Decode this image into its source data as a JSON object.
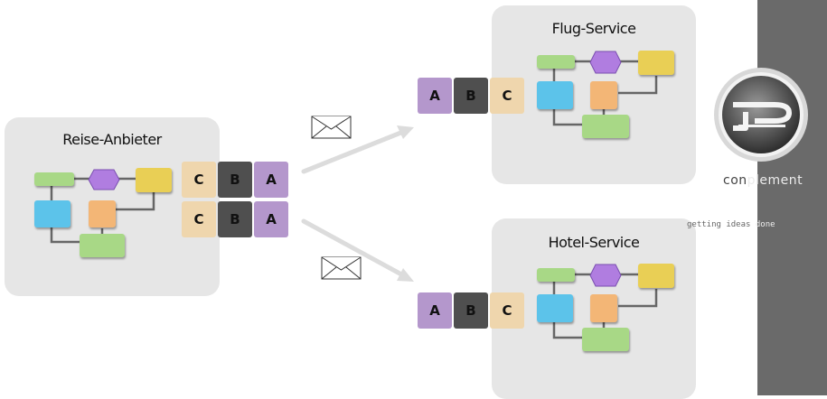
{
  "panels": {
    "reise": {
      "title": "Reise-Anbieter"
    },
    "flug": {
      "title": "Flug-Service"
    },
    "hotel": {
      "title": "Hotel-Service"
    }
  },
  "tiles": {
    "a": "A",
    "b": "B",
    "c": "C"
  },
  "logo": {
    "word_dark": "con",
    "word_light": "plement",
    "tagline_dark": "getting ideas",
    "tagline_light": " done"
  },
  "colors": {
    "panel": "#e6e6e6",
    "tile_a": "#b497cc",
    "tile_b": "#4f4f4f",
    "tile_c": "#efd6ad",
    "green": "#a8d886",
    "purple": "#b07de0",
    "yellow": "#e9cf55",
    "blue": "#5cc3ea",
    "orange": "#f3b676",
    "sidebar": "#6a6a6a"
  },
  "icons": [
    "envelope-icon",
    "arrow-icon",
    "complement-logo-icon",
    "process-diagram-icon"
  ]
}
